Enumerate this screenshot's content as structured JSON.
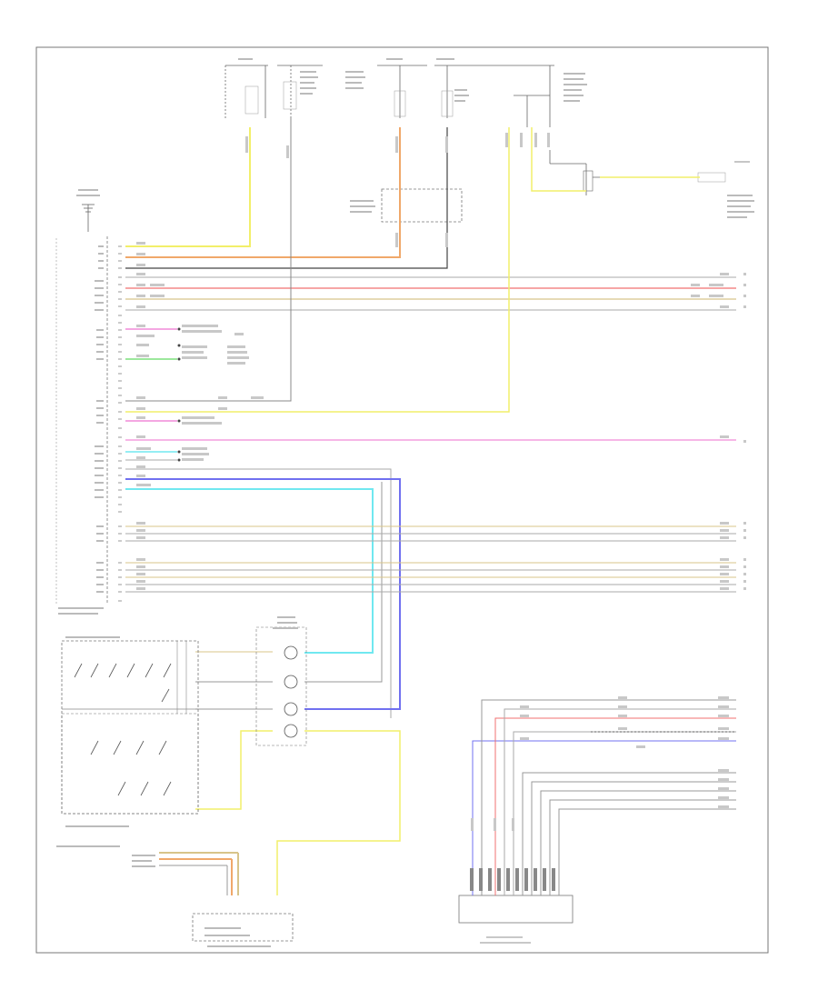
{
  "diagram": {
    "frame_label": "",
    "colors": {
      "yellow": "#f2ef6a",
      "orange": "#f0a86a",
      "red": "#f07070",
      "pink": "#f08ad8",
      "green": "#7ce07c",
      "blue": "#7070f0",
      "cyan": "#70e8f0",
      "gray": "#8a8a8a",
      "black": "#444444",
      "tan": "#d8c48a"
    },
    "components": [
      "ground-symbol",
      "fuse-box-left",
      "fuse-box-center",
      "relay-block",
      "main-connector",
      "mirror-switch-assembly",
      "heater-elements",
      "steering-switch",
      "combination-meter",
      "radio-connector",
      "right-relay"
    ],
    "wires": [
      "yellow",
      "orange",
      "black",
      "gray",
      "red",
      "tan",
      "gray",
      "pink",
      "green",
      "gray",
      "yellow",
      "pink",
      "pink",
      "cyan",
      "gray",
      "gray",
      "blue",
      "cyan",
      "tan",
      "gray",
      "tan",
      "gray",
      "tan",
      "gray"
    ]
  }
}
